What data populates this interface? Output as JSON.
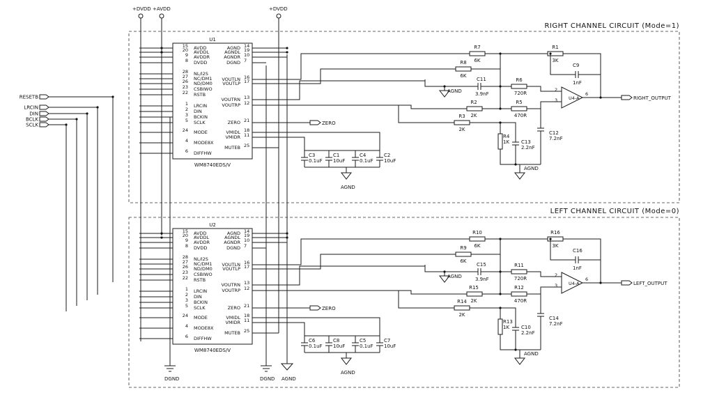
{
  "supplies": {
    "dvdd_left": "+DVDD",
    "avdd": "+AVDD",
    "dvdd_right": "+DVDD",
    "dgnd": "DGND",
    "agnd": "AGND"
  },
  "inputs": [
    "RESETB",
    "LRCIN",
    "DIN",
    "BCLK",
    "SCLK"
  ],
  "chip_left_pins": [
    {
      "num": "15",
      "name": "AVDD"
    },
    {
      "num": "20",
      "name": "AVDDL"
    },
    {
      "num": "9",
      "name": "AVDDR"
    },
    {
      "num": "8",
      "name": "DVDD"
    },
    {
      "num": "28",
      "name": "NL/I2S"
    },
    {
      "num": "27",
      "name": "NC/DM1"
    },
    {
      "num": "26",
      "name": "ND/DM0"
    },
    {
      "num": "23",
      "name": "CSBIWO"
    },
    {
      "num": "22",
      "name": "RSTB"
    },
    {
      "num": "1",
      "name": "LRCIN"
    },
    {
      "num": "2",
      "name": "DIN"
    },
    {
      "num": "3",
      "name": "BCKIN"
    },
    {
      "num": "5",
      "name": "SCLK"
    },
    {
      "num": "24",
      "name": "MODE"
    },
    {
      "num": "4",
      "name": "MODE8X"
    },
    {
      "num": "6",
      "name": "DIFFHW"
    }
  ],
  "chip_right_pins": [
    {
      "num": "14",
      "name": "AGND"
    },
    {
      "num": "19",
      "name": "AGNDL"
    },
    {
      "num": "10",
      "name": "AGNDR"
    },
    {
      "num": "7",
      "name": "DGND"
    },
    {
      "num": "16",
      "name": "VOUTLN"
    },
    {
      "num": "17",
      "name": "VOUTLP"
    },
    {
      "num": "13",
      "name": "VOUTRN"
    },
    {
      "num": "12",
      "name": "VOUTRP"
    },
    {
      "num": "21",
      "name": "ZERO"
    },
    {
      "num": "18",
      "name": "VMIDL"
    },
    {
      "num": "11",
      "name": "VMIDR"
    },
    {
      "num": "25",
      "name": "MUTEB"
    }
  ],
  "channels": [
    {
      "title": "RIGHT CHANNEL CIRCUIT (Mode=1)",
      "chip_ref": "U1",
      "chip_part": "WM8740EDS/V",
      "zero_label": "ZERO",
      "output": "RIGHT_OUTPUT",
      "opamp": "U4-A",
      "opamp_out_pin": "6",
      "opamp_inv_pin": "2",
      "opamp_noninv_pin": "3",
      "agnd": "AGND",
      "components": {
        "ra": {
          "ref": "R7",
          "val": "6K"
        },
        "rb": {
          "ref": "R1",
          "val": "3K"
        },
        "rc": {
          "ref": "R8",
          "val": "6K"
        },
        "cd": {
          "ref": "C9",
          "val": "1nF"
        },
        "ce": {
          "ref": "C11",
          "val": "3.9nF"
        },
        "rf": {
          "ref": "R6",
          "val": "720R"
        },
        "rg": {
          "ref": "R2",
          "val": "2K"
        },
        "rh": {
          "ref": "R5",
          "val": "470R"
        },
        "ri": {
          "ref": "R3",
          "val": "2K"
        },
        "rj": {
          "ref": "R4",
          "val": "1K"
        },
        "ck": {
          "ref": "C13",
          "val": "2.2nF"
        },
        "cl": {
          "ref": "C12",
          "val": "7.2nF"
        },
        "cap1": {
          "ref": "C3",
          "val": "0.1uF"
        },
        "cap2": {
          "ref": "C1",
          "val": "10uF"
        },
        "cap3": {
          "ref": "C4",
          "val": "0.1uF"
        },
        "cap4": {
          "ref": "C2",
          "val": "10uF"
        }
      }
    },
    {
      "title": "LEFT CHANNEL CIRCUIT (Mode=0)",
      "chip_ref": "U2",
      "chip_part": "WM8740EDS/V",
      "zero_label": "ZERO",
      "output": "LEFT_OUTPUT",
      "opamp": "U4-A",
      "opamp_out_pin": "6",
      "opamp_inv_pin": "2",
      "opamp_noninv_pin": "3",
      "agnd": "AGND",
      "components": {
        "ra": {
          "ref": "R10",
          "val": "6K"
        },
        "rb": {
          "ref": "R16",
          "val": "3K"
        },
        "rc": {
          "ref": "R9",
          "val": "6K"
        },
        "cd": {
          "ref": "C16",
          "val": "1nF"
        },
        "ce": {
          "ref": "C15",
          "val": "3.9nF"
        },
        "rf": {
          "ref": "R11",
          "val": "720R"
        },
        "rg": {
          "ref": "R15",
          "val": "2K"
        },
        "rh": {
          "ref": "R12",
          "val": "470R"
        },
        "ri": {
          "ref": "R14",
          "val": "2K"
        },
        "rj": {
          "ref": "R13",
          "val": "1K"
        },
        "ck": {
          "ref": "C10",
          "val": "2.2nF"
        },
        "cl": {
          "ref": "C14",
          "val": "7.2nF"
        },
        "cap1": {
          "ref": "C6",
          "val": "0.1uF"
        },
        "cap2": {
          "ref": "C8",
          "val": "10uF"
        },
        "cap3": {
          "ref": "C5",
          "val": "0.1uF"
        },
        "cap4": {
          "ref": "C7",
          "val": "10uF"
        }
      }
    }
  ]
}
